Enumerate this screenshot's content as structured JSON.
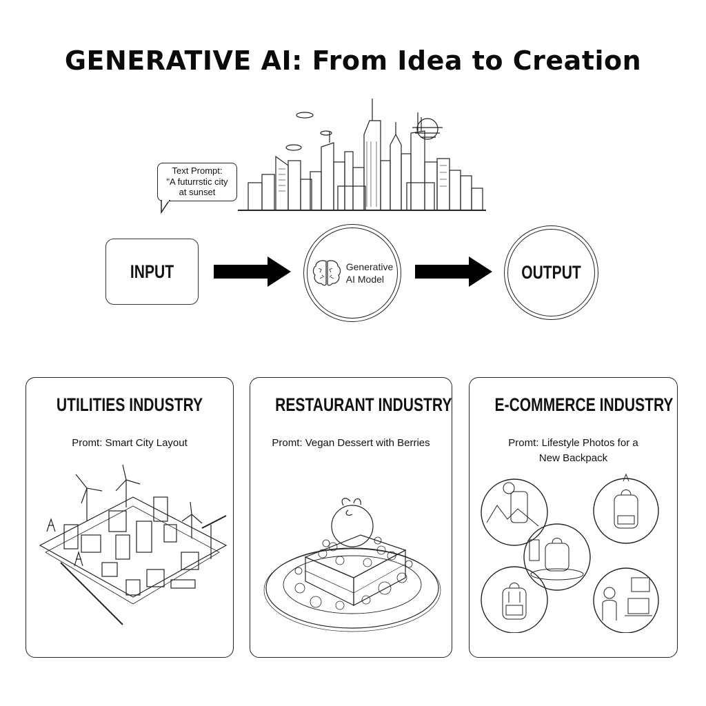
{
  "title": "GENERATIVE AI: From Idea to Creation",
  "speech_bubble": {
    "line1": "Text Prompt:",
    "line2": "\"A futurrstic city",
    "line3": "at sunset"
  },
  "illustrations": {
    "top": "futuristic-city-skyline-at-sunset",
    "utilities": "isometric-smart-city-with-wind-turbines",
    "restaurant": "vegan-dessert-with-berries-on-plate",
    "ecommerce": "backpack-lifestyle-photo-collage"
  },
  "flow": {
    "input_label": "INPUT",
    "model_label_line1": "Generative",
    "model_label_line2": "AI Model",
    "output_label": "OUTPUT",
    "icons": {
      "model": "brain-icon",
      "arrows": "right-arrow-icon"
    }
  },
  "cards": [
    {
      "title": "UTILITIES INDUSTRY",
      "prompt_line1": "Promt: Smart City Layout",
      "prompt_line2": ""
    },
    {
      "title": "RESTAURANT INDUSTRY",
      "prompt_line1": "Promt: Vegan Dessert with Berries",
      "prompt_line2": ""
    },
    {
      "title": "E-COMMERCE INDUSTRY",
      "prompt_line1": "Promt: Lifestyle Photos for a",
      "prompt_line2": "New Backpack"
    }
  ],
  "colors": {
    "ink": "#111111",
    "background": "#ffffff"
  }
}
